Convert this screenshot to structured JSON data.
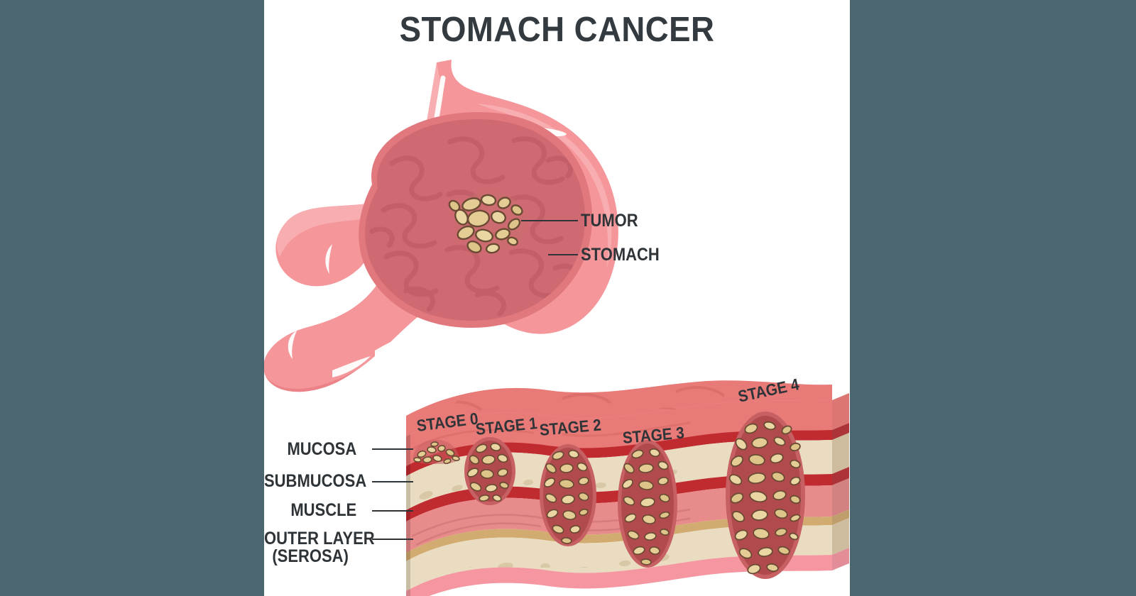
{
  "page": {
    "title": "STOMACH CANCER",
    "background_color": "#4b666f",
    "canvas_color": "#ffffff"
  },
  "colors": {
    "title_text": "#333a40",
    "label_text": "#2f3438",
    "leader_line": "#2f3438",
    "stomach_outer": "#f5969a",
    "stomach_outer_light": "#f8aeb0",
    "stomach_outer_shade": "#eb8287",
    "stomach_inner_wall": "#e0787e",
    "stomach_lumen": "#d06a72",
    "stomach_rugae": "#c25f69",
    "tumor_cell": "#e3cd94",
    "tumor_cell_dark": "#d6bc7e",
    "tumor_outline": "#6b4a33",
    "tumor_mass": "#b04a4c",
    "tumor_halo": "#c76063",
    "mucosa": "#e87a77",
    "mucosa_dark": "#d86a68",
    "red_band": "#c02b30",
    "red_band_dark": "#a52227",
    "submucosa": "#e9dcc0",
    "submucosa_speck": "#d6c5a2",
    "submucosa_dark": "#c4ac88",
    "muscle": "#e88b8b",
    "muscle_dark": "#d07878",
    "tan_band": "#d2ab70",
    "serosa": "#f596a0",
    "serosa_dark": "#e08490"
  },
  "callouts": [
    {
      "label": "TUMOR",
      "name": "tumor"
    },
    {
      "label": "STOMACH",
      "name": "stomach"
    }
  ],
  "layer_labels": [
    {
      "label": "MUCOSA",
      "label2": "",
      "name": "mucosa"
    },
    {
      "label": "SUBMUCOSA",
      "label2": "",
      "name": "submucosa"
    },
    {
      "label": "MUSCLE",
      "label2": "",
      "name": "muscle"
    },
    {
      "label": "OUTER LAYER",
      "label2": "(SEROSA)",
      "name": "outer-layer-serosa"
    }
  ],
  "stages": [
    {
      "label": "STAGE 0",
      "name": "stage-0",
      "depth": "mucosa"
    },
    {
      "label": "STAGE 1",
      "name": "stage-1",
      "depth": "submucosa"
    },
    {
      "label": "STAGE 2",
      "name": "stage-2",
      "depth": "muscle"
    },
    {
      "label": "STAGE 3",
      "name": "stage-3",
      "depth": "outer-layer"
    },
    {
      "label": "STAGE 4",
      "name": "stage-4",
      "depth": "through-all-layers"
    }
  ]
}
